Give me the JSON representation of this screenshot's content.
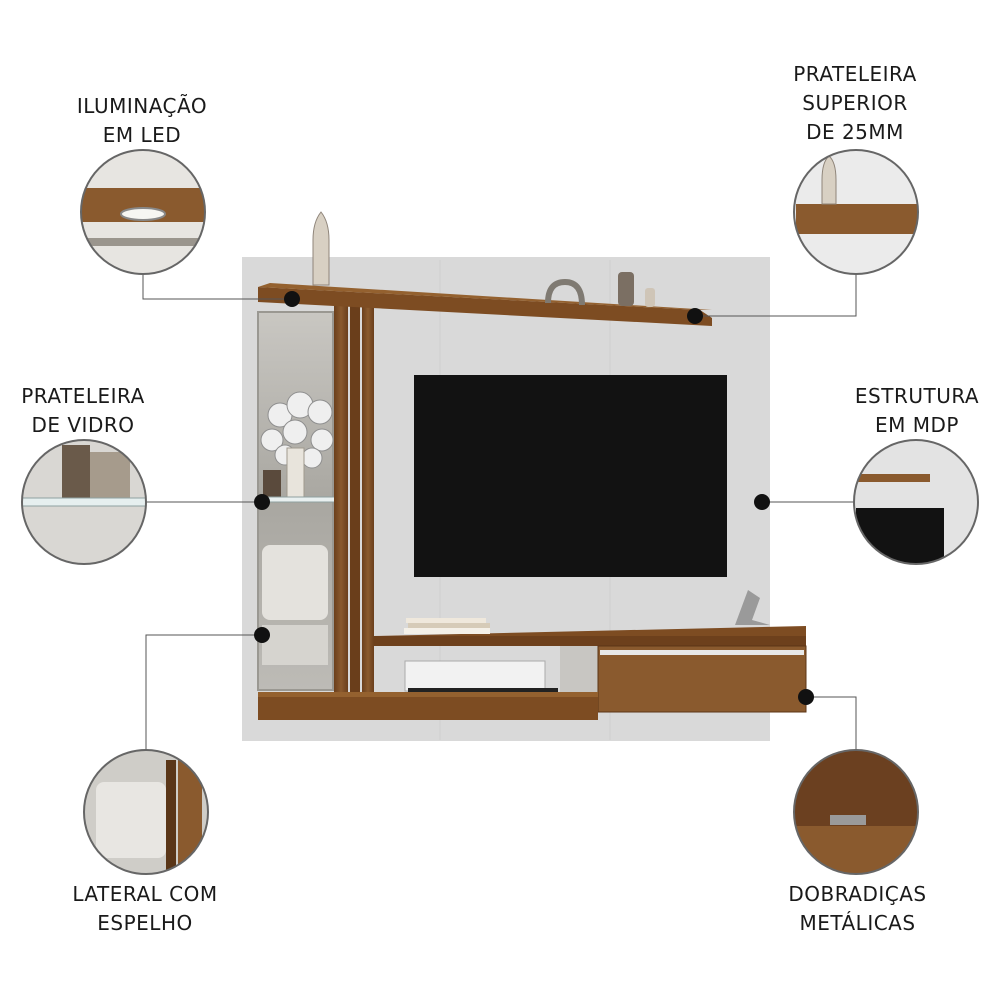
{
  "callouts": {
    "led": {
      "lines": [
        "ILUMINAÇÃO",
        "EM LED"
      ]
    },
    "top_shelf": {
      "lines": [
        "PRATELEIRA",
        "SUPERIOR",
        "DE 25MM"
      ]
    },
    "glass_shelf": {
      "lines": [
        "PRATELEIRA",
        "DE VIDRO"
      ]
    },
    "structure": {
      "lines": [
        "ESTRUTURA",
        "EM MDP"
      ]
    },
    "mirror": {
      "lines": [
        "LATERAL COM",
        "ESPELHO"
      ]
    },
    "hinges": {
      "lines": [
        "DOBRADIÇAS",
        "METÁLICAS"
      ]
    }
  },
  "colors": {
    "wood": "#7a4a22",
    "wood_dark": "#5c3516",
    "panel": "#d8d8d8",
    "tv": "#111111",
    "mirror": "#b9b9b6",
    "text": "#1a1a1a"
  }
}
